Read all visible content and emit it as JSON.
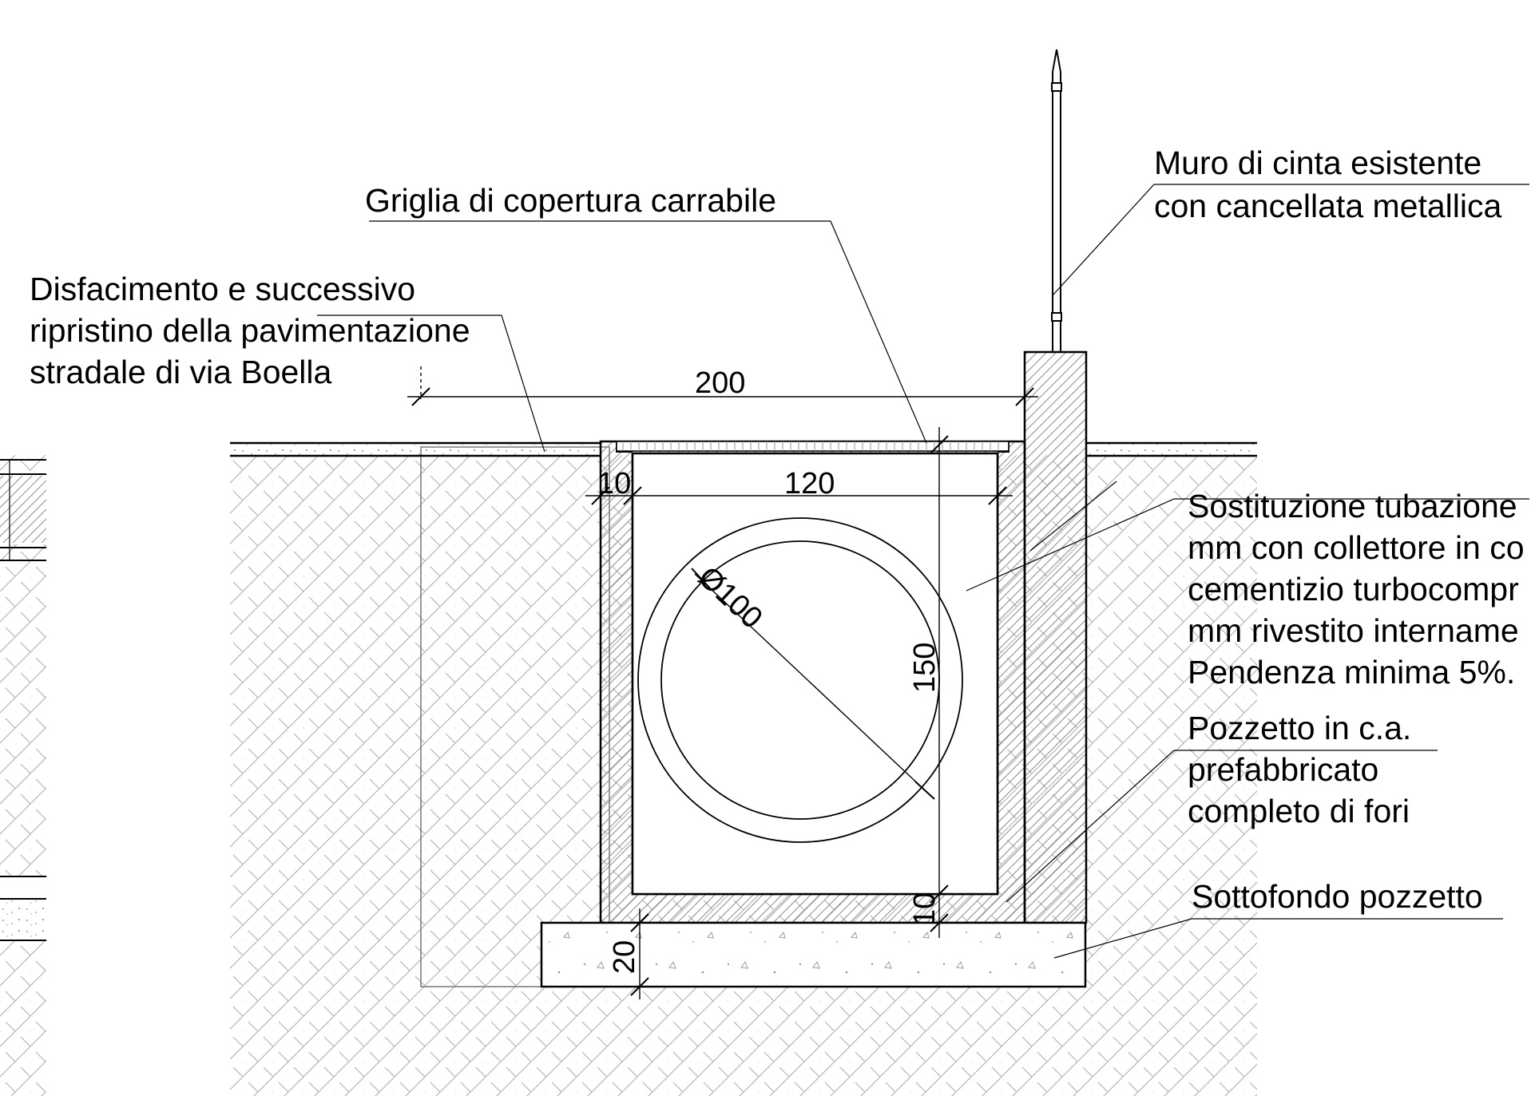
{
  "labels": {
    "grating": "Griglia di copertura carrabile",
    "wall": [
      "Muro di cinta esistente",
      "con cancellata metallica"
    ],
    "paving": [
      "Disfacimento e successivo",
      "ripristino della pavimentazione",
      "stradale di via Boella"
    ],
    "pipe": [
      "Sostituzione tubazione",
      "mm con collettore in co",
      "cementizio turbocompr",
      "mm rivestito intername",
      "Pendenza minima 5%."
    ],
    "manhole": [
      "Pozzetto in c.a.",
      "prefabbricato",
      "completo di fori"
    ],
    "base": "Sottofondo pozzetto"
  },
  "dimensions": {
    "overall_width": "200",
    "wall_thickness": "10",
    "inner_width": "120",
    "pipe_diameter": "Ø100",
    "inner_height": "150",
    "floor_thickness": "10",
    "base_thickness": "20"
  },
  "colors": {
    "ink": "#000000",
    "hatch": "#8c8c8c",
    "soil_hatch": "#b4b4b4"
  }
}
